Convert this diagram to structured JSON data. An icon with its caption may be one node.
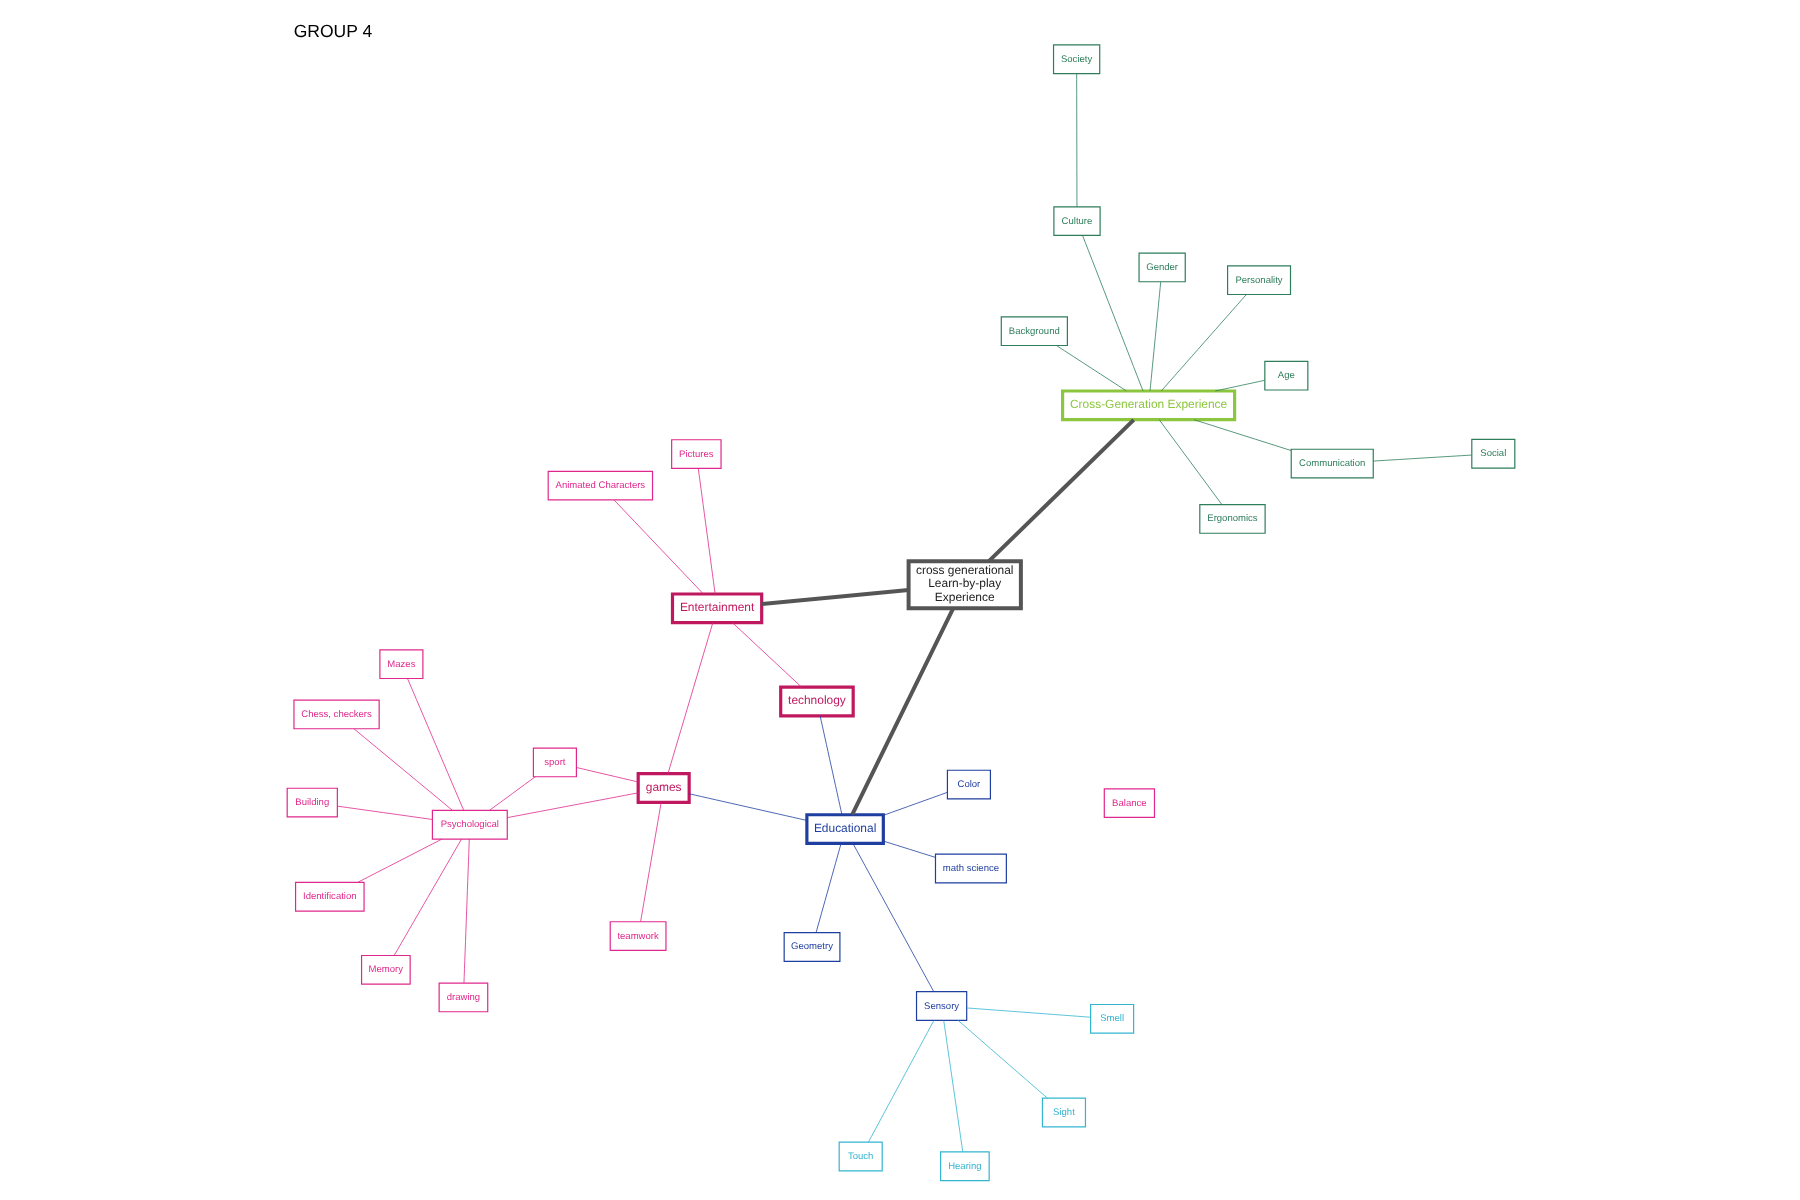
{
  "diagram": {
    "title": "GROUP 4",
    "nodes": [
      {
        "text": [
          "cross generational",
          "Learn-by-play",
          "Experience"
        ]
      },
      {
        "text": [
          "Educational"
        ]
      },
      {
        "text": [
          "math science"
        ]
      },
      {
        "text": [
          "Geometry"
        ]
      },
      {
        "text": [
          "Color"
        ]
      },
      {
        "text": [
          "Sensory"
        ]
      },
      {
        "text": [
          "Touch"
        ]
      },
      {
        "text": [
          "Smell"
        ]
      },
      {
        "text": [
          "Hearing"
        ]
      },
      {
        "text": [
          "Sight"
        ]
      },
      {
        "text": [
          "games"
        ]
      },
      {
        "text": [
          "technology"
        ]
      },
      {
        "text": [
          "Entertainment"
        ]
      },
      {
        "text": [
          "Psychological"
        ]
      },
      {
        "text": [
          "Chess, checkers"
        ]
      },
      {
        "text": [
          "Balance"
        ]
      },
      {
        "text": [
          "sport"
        ]
      },
      {
        "text": [
          "Mazes"
        ]
      },
      {
        "text": [
          "Building"
        ]
      },
      {
        "text": [
          "Memory"
        ]
      },
      {
        "text": [
          "Identification"
        ]
      },
      {
        "text": [
          "drawing"
        ]
      },
      {
        "text": [
          "teamwork"
        ]
      },
      {
        "text": [
          "Animated Characters"
        ]
      },
      {
        "text": [
          "Pictures"
        ]
      },
      {
        "text": [
          "Cross-Generation Experience"
        ]
      },
      {
        "text": [
          "Communication"
        ]
      },
      {
        "text": [
          "Social"
        ]
      },
      {
        "text": [
          "Gender"
        ]
      },
      {
        "text": [
          "Background"
        ]
      },
      {
        "text": [
          "Ergonomics"
        ]
      },
      {
        "text": [
          "Personality"
        ]
      },
      {
        "text": [
          "Age"
        ]
      },
      {
        "text": [
          "Culture"
        ]
      },
      {
        "text": [
          "Society"
        ]
      }
    ],
    "edges": [
      {
        "from": 0,
        "to": 1,
        "arrow": "none",
        "style": "thick",
        "color": "#555555"
      },
      {
        "from": 0,
        "to": 12,
        "arrow": "none",
        "style": "thick",
        "color": "#555555"
      },
      {
        "from": 0,
        "to": 25,
        "arrow": "none",
        "style": "thick",
        "color": "#555555"
      },
      {
        "from": 1,
        "to": 2,
        "arrow": "none",
        "color": "#1f3fa0"
      },
      {
        "from": 1,
        "to": 3,
        "arrow": "none",
        "color": "#1f3fa0"
      },
      {
        "from": 1,
        "to": 4,
        "arrow": "none",
        "color": "#1f3fa0"
      },
      {
        "from": 1,
        "to": 5,
        "arrow": "none",
        "color": "#1f3fa0"
      },
      {
        "from": 10,
        "to": 1,
        "arrow": "none",
        "color": "#1f3fa0"
      },
      {
        "from": 11,
        "to": 1,
        "arrow": "none",
        "color": "#1f3fa0"
      },
      {
        "from": 5,
        "to": 6,
        "arrow": "none",
        "color": "#33b5d0"
      },
      {
        "from": 5,
        "to": 7,
        "arrow": "none",
        "color": "#33b5d0"
      },
      {
        "from": 5,
        "to": 8,
        "arrow": "none",
        "color": "#33b5d0"
      },
      {
        "from": 5,
        "to": 9,
        "arrow": "none",
        "color": "#33b5d0"
      },
      {
        "from": 10,
        "to": 13,
        "arrow": "none"
      },
      {
        "from": 10,
        "to": 16,
        "arrow": "none"
      },
      {
        "from": 10,
        "to": 22,
        "arrow": "none"
      },
      {
        "from": 10,
        "to": 12,
        "arrow": "none"
      },
      {
        "from": 11,
        "to": 12,
        "arrow": "none"
      },
      {
        "from": 13,
        "to": 14,
        "arrow": "none"
      },
      {
        "from": 13,
        "to": 16,
        "arrow": "none"
      },
      {
        "from": 13,
        "to": 17,
        "arrow": "none"
      },
      {
        "from": 13,
        "to": 18,
        "arrow": "none"
      },
      {
        "from": 13,
        "to": 19,
        "arrow": "none"
      },
      {
        "from": 13,
        "to": 20,
        "arrow": "none"
      },
      {
        "from": 13,
        "to": 21,
        "arrow": "none"
      },
      {
        "from": 12,
        "to": 23,
        "arrow": "none"
      },
      {
        "from": 12,
        "to": 24,
        "arrow": "none"
      },
      {
        "from": 25,
        "to": 26,
        "arrow": "none",
        "color": "#2e7d5b"
      },
      {
        "from": 26,
        "to": 27,
        "arrow": "none",
        "color": "#2e7d5b"
      },
      {
        "from": 25,
        "to": 28,
        "arrow": "none",
        "color": "#2e7d5b"
      },
      {
        "from": 25,
        "to": 29,
        "arrow": "none",
        "color": "#2e7d5b"
      },
      {
        "from": 25,
        "to": 30,
        "arrow": "none",
        "color": "#2e7d5b"
      },
      {
        "from": 25,
        "to": 31,
        "arrow": "none",
        "color": "#2e7d5b"
      },
      {
        "from": 25,
        "to": 32,
        "arrow": "none",
        "color": "#2e7d5b"
      },
      {
        "from": 25,
        "to": 33,
        "arrow": "none",
        "color": "#2e7d5b"
      },
      {
        "from": 33,
        "to": 34,
        "arrow": "none",
        "color": "#2e7d5b"
      }
    ]
  }
}
